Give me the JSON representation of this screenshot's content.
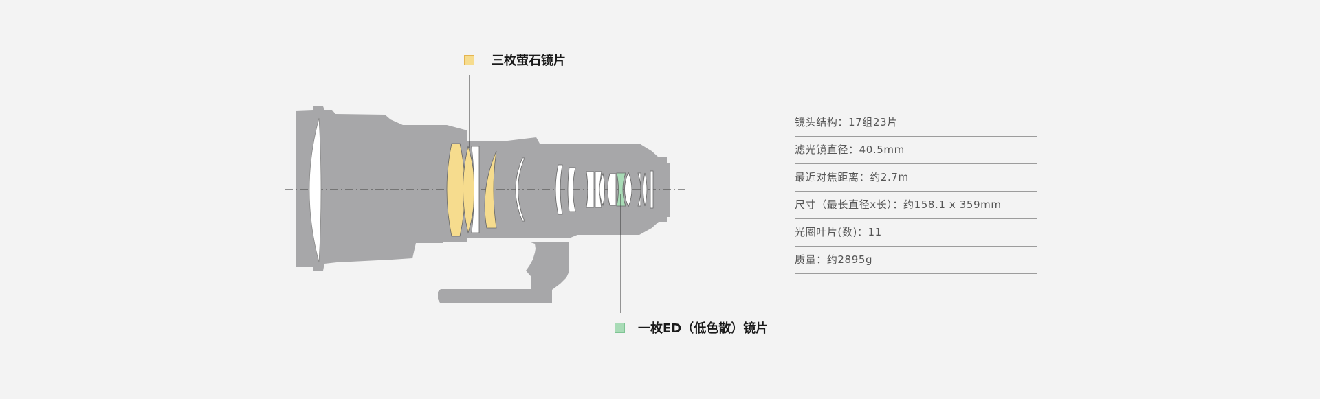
{
  "colors": {
    "background": "#f3f3f3",
    "lens_body": "#a7a7a9",
    "glass": "#ffffff",
    "fluorite": "#f6dc8e",
    "ed": "#a8dbb6",
    "leader_line": "#333333",
    "axis_line": "#555555"
  },
  "legend": {
    "fluorite": {
      "label": "三枚萤石镜片",
      "color": "#f6dc8e",
      "swatch_border": "#e5b550"
    },
    "ed": {
      "label": "一枚ED（低色散）镜片",
      "color": "#a8dbb6",
      "swatch_border": "#7fc494"
    }
  },
  "specs": [
    {
      "label": "镜头结构",
      "value": "17组23片"
    },
    {
      "label": "滤光镜直径",
      "value": "40.5mm"
    },
    {
      "label": "最近对焦距离",
      "value": "约2.7m"
    },
    {
      "label": "尺寸（最长直径x长）",
      "value": "约158.1 x 359mm"
    },
    {
      "label": "光圈叶片(数)",
      "value": "11"
    },
    {
      "label": "质量",
      "value": "约2895g"
    }
  ],
  "spec_separator": "："
}
